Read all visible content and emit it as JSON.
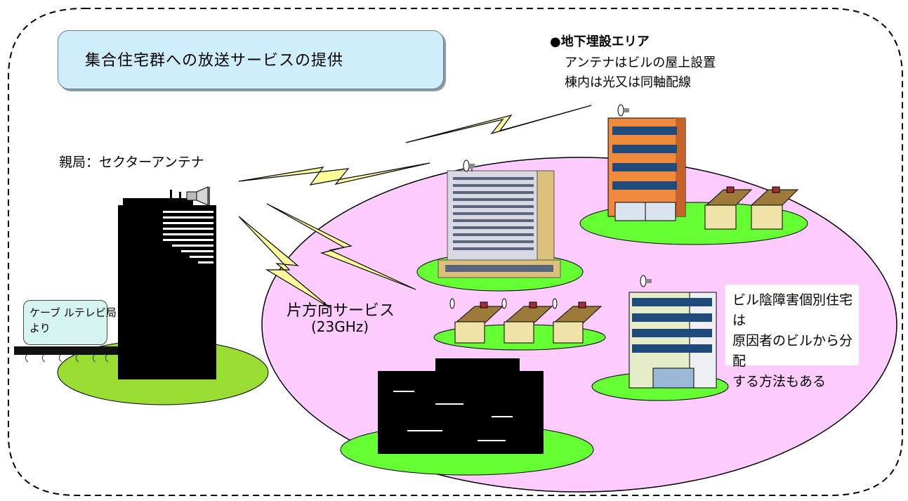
{
  "title": "集合住宅群への放送サービスの提供",
  "underground": {
    "heading": "●地下埋設エリア",
    "line1": "アンテナはビルの屋上設置",
    "line2": "棟内は光又は同軸配線"
  },
  "parent_station_label": "親局：セクターアンテナ",
  "cable_source": {
    "line1": "ケーブ ルテレビ局",
    "line2": "より"
  },
  "service": {
    "line1": "片方向サービス",
    "line2": "(23GHz)"
  },
  "building_shadow_note": {
    "line1": "ビル陰障害個別住宅は",
    "line2": "原因者のビルから分配",
    "line3": "する方法もある"
  },
  "colors": {
    "service_area": "#ffccff",
    "ground": "#66ff33",
    "title_box": "#cfeefc",
    "lightning": "#ffff99",
    "orange_building": "#f08a3c",
    "tan_building": "#dcc07a"
  }
}
